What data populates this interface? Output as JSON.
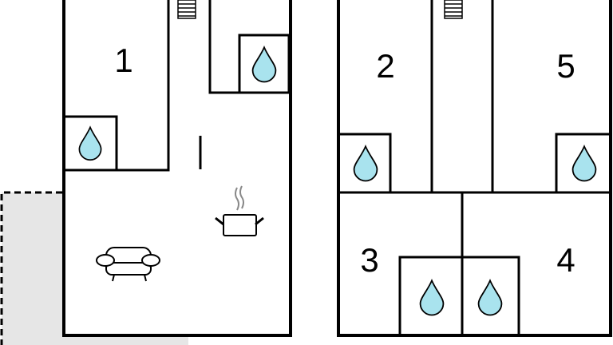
{
  "rooms": [
    {
      "label": "1"
    },
    {
      "label": "2"
    },
    {
      "label": "3"
    },
    {
      "label": "4"
    },
    {
      "label": "5"
    }
  ],
  "colors": {
    "water": "#a9e3ee",
    "terrace": "#e6e6e6",
    "wall": "#000000"
  },
  "icons": [
    "bathroom-drop-icon",
    "stairs-icon",
    "kitchen-pot-icon",
    "sofa-icon"
  ]
}
